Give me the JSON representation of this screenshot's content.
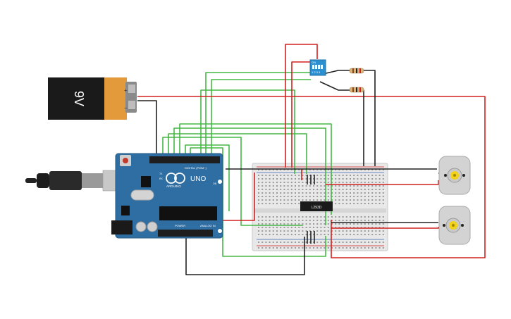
{
  "battery": {
    "voltage_label": "9V",
    "plus": "+",
    "minus": "−"
  },
  "arduino": {
    "brand": "ARDUINO",
    "model": "UNO",
    "digital_label": "DIGITAL (PWM~)",
    "power_label": "POWER",
    "analog_label": "ANALOG IN",
    "on_label": "ON",
    "tx_label": "TX",
    "rx_label": "RX"
  },
  "dip_switch": {
    "on_label": "ON",
    "numbers": "1 2 3 4"
  },
  "driver_ic": {
    "label": "L293D"
  },
  "colors": {
    "wire_red": "#d42020",
    "wire_green": "#45b845",
    "wire_black": "#222222",
    "board_blue": "#2f6ea3",
    "battery_orange": "#e39a3b",
    "dip_blue": "#2b8fd0"
  }
}
